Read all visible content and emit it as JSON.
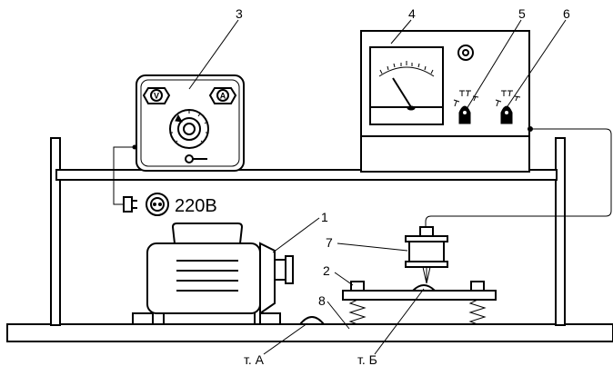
{
  "labels": {
    "n1": "1",
    "n2": "2",
    "n3": "3",
    "n4": "4",
    "n5": "5",
    "n6": "6",
    "n7": "7",
    "n8": "8"
  },
  "voltage": "220В",
  "point_a": "т. А",
  "point_b": "т. Б",
  "knobs": {
    "left": "V",
    "right": "A"
  }
}
